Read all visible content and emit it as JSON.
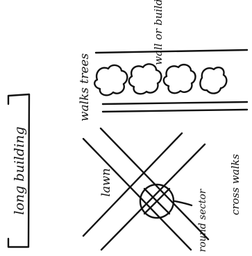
{
  "labels": {
    "long_building": "long building",
    "walks_trees": "walks trees",
    "wall_or_building": "wall or building",
    "lawn": "lawn",
    "round_sector": "round sector",
    "cross_walks": "cross walks"
  },
  "colors": {
    "ink": "#111111",
    "paper": "#ffffff"
  }
}
